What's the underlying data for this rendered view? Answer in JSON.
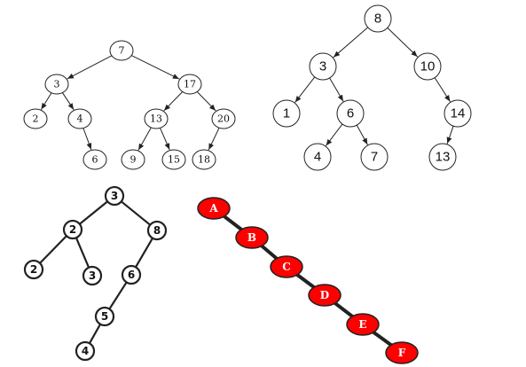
{
  "colors": {
    "line": "#222222",
    "node_fill": "#ffffff",
    "red_node_fill": "#ff0000",
    "red_node_text": "#ffffff"
  },
  "trees": [
    {
      "id": "tree1",
      "nodes": [
        {
          "label": "7"
        },
        {
          "label": "3"
        },
        {
          "label": "17"
        },
        {
          "label": "2"
        },
        {
          "label": "4"
        },
        {
          "label": "13"
        },
        {
          "label": "20"
        },
        {
          "label": "6"
        },
        {
          "label": "9"
        },
        {
          "label": "15"
        },
        {
          "label": "18"
        }
      ]
    },
    {
      "id": "tree2",
      "nodes": [
        {
          "label": "8"
        },
        {
          "label": "3"
        },
        {
          "label": "10"
        },
        {
          "label": "1"
        },
        {
          "label": "6"
        },
        {
          "label": "14"
        },
        {
          "label": "4"
        },
        {
          "label": "7"
        },
        {
          "label": "13"
        }
      ]
    },
    {
      "id": "tree3",
      "nodes": [
        {
          "label": "3"
        },
        {
          "label": "2"
        },
        {
          "label": "8"
        },
        {
          "label": "2"
        },
        {
          "label": "3"
        },
        {
          "label": "6"
        },
        {
          "label": "5"
        },
        {
          "label": "4"
        }
      ]
    },
    {
      "id": "tree4",
      "nodes": [
        {
          "label": "A"
        },
        {
          "label": "B"
        },
        {
          "label": "C"
        },
        {
          "label": "D"
        },
        {
          "label": "E"
        },
        {
          "label": "F"
        }
      ]
    }
  ]
}
